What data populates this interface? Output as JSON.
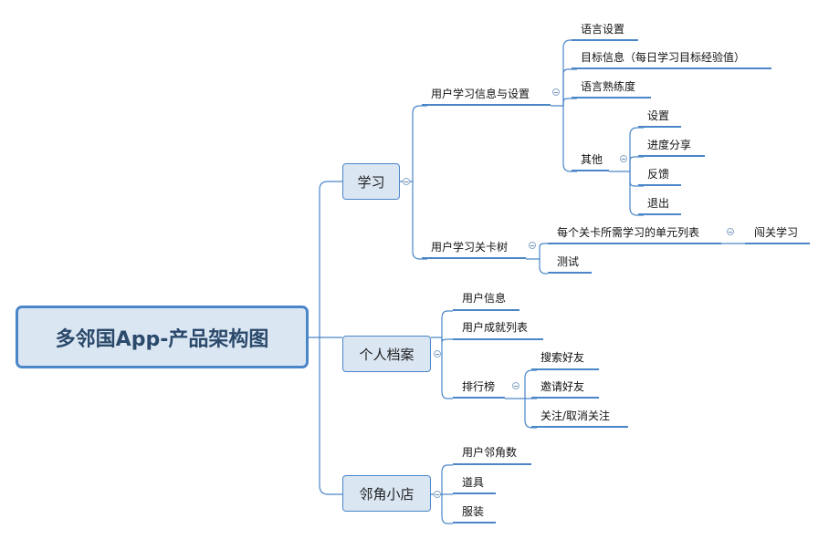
{
  "root": {
    "label": "多邻国App-产品架构图"
  },
  "learn": {
    "label": "学习",
    "settings_group": {
      "label": "用户学习信息与设置",
      "items": {
        "language": "语言设置",
        "target": "目标信息（每日学习目标经验值）",
        "proficiency": "语言熟练度",
        "other": {
          "label": "其他",
          "items": {
            "settings": "设置",
            "share": "进度分享",
            "feedback": "反馈",
            "logout": "退出"
          }
        }
      }
    },
    "level_tree": {
      "label": "用户学习关卡树",
      "units": {
        "label": "每个关卡所需学习的单元列表",
        "child": "闯关学习"
      },
      "test": "测试"
    }
  },
  "profile": {
    "label": "个人档案",
    "user_info": "用户信息",
    "achievements": "用户成就列表",
    "ranking": {
      "label": "排行榜",
      "items": {
        "search": "搜索好友",
        "invite": "邀请好友",
        "follow": "关注/取消关注"
      }
    }
  },
  "shop": {
    "label": "邻角小店",
    "coins": "用户邻角数",
    "props": "道具",
    "clothing": "服装"
  },
  "colors": {
    "line": "#4a86c8",
    "node_fill": "#dbe6f3",
    "root_text": "#2b4a6b"
  }
}
